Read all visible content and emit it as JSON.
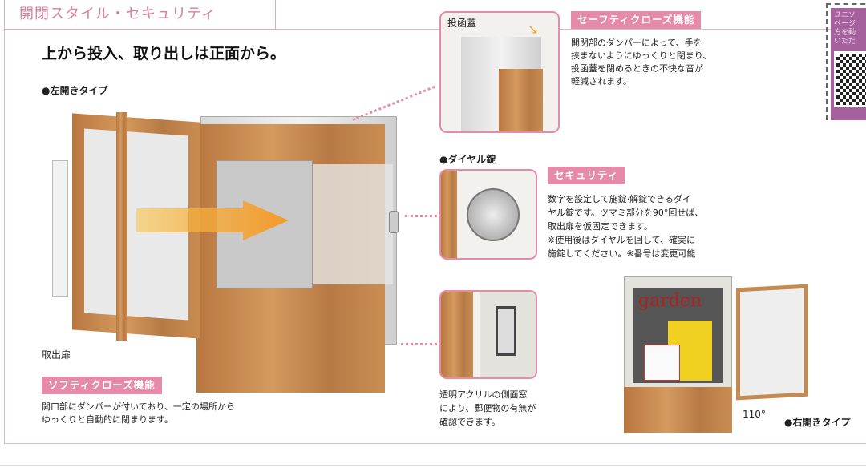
{
  "section_title": "開閉スタイル・セキュリティ",
  "headline": "上から投入、取り出しは正面から。",
  "left_open": {
    "type_label": "●左開きタイプ",
    "door_label": "取出扉",
    "feature_label": "ソフティクローズ機能",
    "feature_desc": [
      "開口部にダンパーが付いており、一定の場所から",
      "ゆっくりと自動的に閉まります。"
    ]
  },
  "lid": {
    "inset_label": "投函蓋",
    "feature_label": "セーフティクローズ機能",
    "feature_desc": [
      "開閉部のダンパーによって、手を",
      "挟まないようにゆっくりと閉まり、",
      "投函蓋を閉めるときの不快な音が",
      "軽減されます。"
    ]
  },
  "dial": {
    "type_label": "●ダイヤル錠",
    "feature_label": "セキュリティ",
    "feature_desc": [
      "数字を設定して施錠·解錠できるダイ",
      "ヤル錠です。ツマミ部分を90°回せば、",
      "取出扉を仮固定できます。",
      "※使用後はダイヤルを回して、確実に",
      "施錠してください。※番号は変更可能"
    ]
  },
  "window": {
    "desc": [
      "透明アクリルの側面窓",
      "により、郵便物の有無が",
      "確認できます。"
    ]
  },
  "right_open": {
    "angle": "110°",
    "type_label": "●右開きタイプ",
    "magazine": "garden"
  },
  "qr_panel": {
    "text": [
      "ユニソ",
      "ページ",
      "方を動",
      "いただ"
    ]
  },
  "colors": {
    "accent_pink": "#e58aa8",
    "title_pink": "#d97fa0",
    "qr_purple": "#a4619c",
    "wood": "#c48a52"
  }
}
